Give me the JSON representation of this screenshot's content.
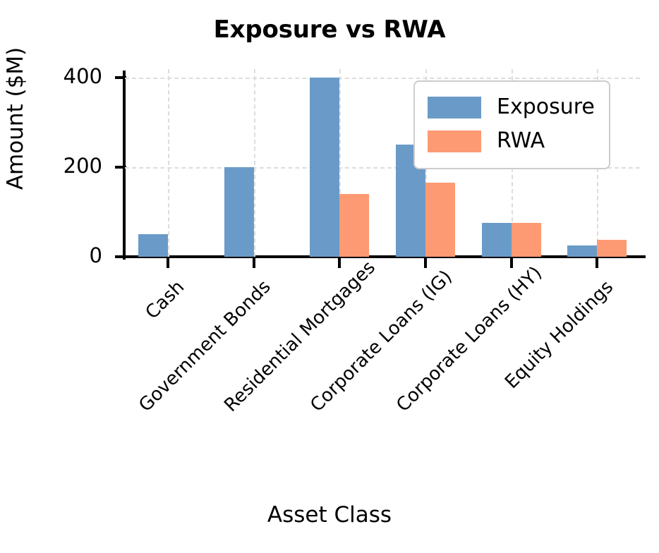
{
  "chart_data": {
    "type": "bar",
    "title": "Exposure vs RWA",
    "xlabel": "Asset Class",
    "ylabel": "Amount ($M)",
    "categories": [
      "Cash",
      "Government Bonds",
      "Residential Mortgages",
      "Corporate Loans (IG)",
      "Corporate Loans (HY)",
      "Equity Holdings"
    ],
    "series": [
      {
        "name": "Exposure",
        "color": "#6a9bc8",
        "values": [
          50,
          200,
          400,
          250,
          75,
          25
        ]
      },
      {
        "name": "RWA",
        "color": "#fd9a73",
        "values": [
          0,
          0,
          140,
          165,
          75,
          38
        ]
      }
    ],
    "ylim": [
      0,
      420
    ],
    "yticks": [
      0,
      200,
      400
    ],
    "ytick_labels": [
      "0",
      "200",
      "400"
    ],
    "grid": true,
    "grid_color": "#dddddd",
    "legend_position": "upper right",
    "xtick_rotation": -45,
    "background": "#ffffff"
  },
  "legend": {
    "entries": [
      {
        "label": "Exposure",
        "color": "#6a9bc8"
      },
      {
        "label": "RWA",
        "color": "#fd9a73"
      }
    ]
  }
}
